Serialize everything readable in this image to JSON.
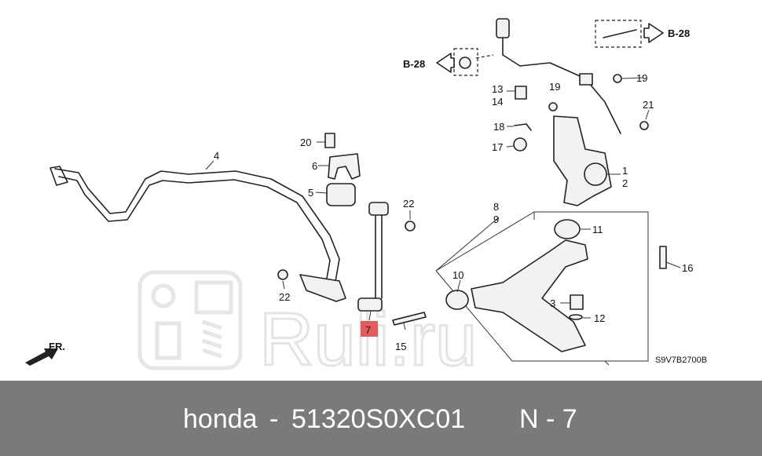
{
  "labels": {
    "l1": "1",
    "l2": "2",
    "l3": "3",
    "l4": "4",
    "l5": "5",
    "l6": "6",
    "l7": "7",
    "l8": "8",
    "l9": "9",
    "l10": "10",
    "l11": "11",
    "l12": "12",
    "l13": "13",
    "l14": "14",
    "l15": "15",
    "l16": "16",
    "l17": "17",
    "l18": "18",
    "l19a": "19",
    "l19b": "19",
    "l20": "20",
    "l21": "21",
    "l22a": "22",
    "l22b": "22"
  },
  "refs": {
    "left": "B-28",
    "right": "B-28"
  },
  "front_marker": "FR.",
  "diagram_code": "S9V7B2700B",
  "watermark_text": "Ruli.ru",
  "highlight_color": "#e85a5a",
  "footer": {
    "brand": "honda",
    "separator1": "-",
    "part_number": "51320S0XC01",
    "position": "N - 7"
  }
}
